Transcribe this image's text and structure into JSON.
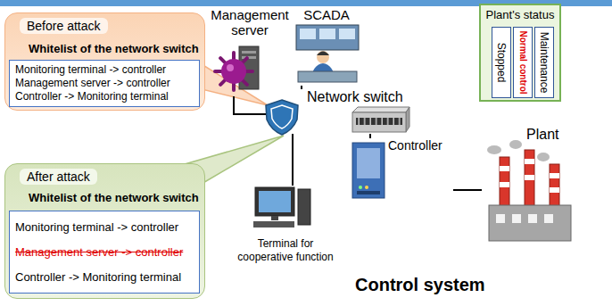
{
  "diagram": {
    "nodes": [
      {
        "text": [
          "Before attack",
          "Whitelist of the network switch"
        ]
      },
      {
        "text": [
          "Monitoring terminal -> controller",
          "Management server -> controller",
          "Controller -> Monitoring terminal"
        ],
        "in": 0
      },
      {
        "text": [
          "After attack",
          "Whitelist of the network switch"
        ]
      },
      {
        "text": [
          "Monitoring terminal -> controller",
          "Management server -> controller",
          "Controller -> Monitoring terminal"
        ],
        "in": 2
      },
      {
        "text": [
          "Management server"
        ]
      },
      {
        "text": [
          "SCADA"
        ]
      },
      {
        "text": [
          "Plant's status"
        ]
      },
      {
        "text": [
          "Stopped"
        ],
        "in": 6
      },
      {
        "text": [
          "Normal control"
        ],
        "in": 6
      },
      {
        "text": [
          "Maintenance"
        ],
        "in": 6
      },
      {
        "text": [
          "Control system"
        ]
      },
      {
        "text": [
          "Network switch"
        ],
        "in": 10
      },
      {
        "text": [
          "Controller"
        ],
        "in": 10
      },
      {
        "text": [
          "Plant"
        ],
        "in": 10
      },
      {
        "text": [
          "Terminal for cooperative function"
        ]
      }
    ],
    "edges": [
      {
        "from": 4,
        "to": 11,
        "arrow": "none"
      },
      {
        "from": 5,
        "to": 11,
        "arrow": "none"
      },
      {
        "from": 11,
        "to": 12,
        "arrow": "none"
      },
      {
        "from": 12,
        "to": 13,
        "arrow": "none"
      },
      {
        "from": 14,
        "to": 11,
        "arrow": "none"
      }
    ]
  }
}
